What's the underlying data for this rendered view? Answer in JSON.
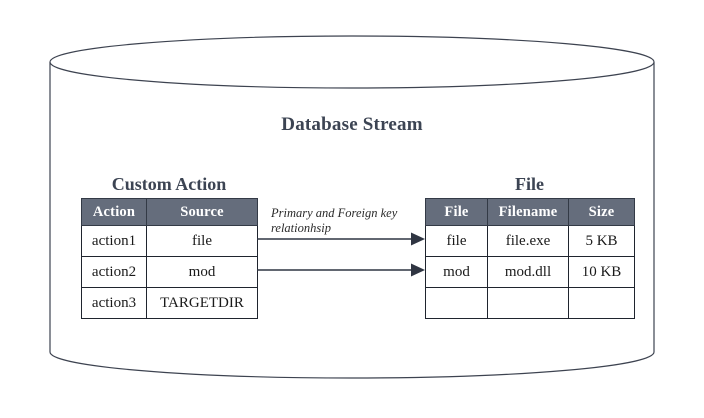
{
  "diagram": {
    "container_label": "Database Stream",
    "shape": "cylinder",
    "stroke_color": "#3d4350",
    "fill_color": "#ffffff"
  },
  "theme": {
    "header_fill": "#656d7c",
    "header_text": "#ffffff",
    "title_text": "#3c4453",
    "cell_border": "#1f242e",
    "arrow_color": "#2f3542"
  },
  "tables": {
    "custom_action": {
      "title": "Custom Action",
      "columns": [
        "Action",
        "Source"
      ],
      "rows": [
        [
          "action1",
          "file"
        ],
        [
          "action2",
          "mod"
        ],
        [
          "action3",
          "TARGETDIR"
        ]
      ]
    },
    "file": {
      "title": "File",
      "columns": [
        "File",
        "Filename",
        "Size"
      ],
      "rows": [
        [
          "file",
          "file.exe",
          "5 KB"
        ],
        [
          "mod",
          "mod.dll",
          "10 KB"
        ],
        [
          "",
          "",
          ""
        ]
      ]
    }
  },
  "relationship": {
    "label_line1": "Primary and Foreign key",
    "label_line2": "relationhsip",
    "arrows": [
      {
        "from": "custom_action.row1.source",
        "to": "file.row1.file"
      },
      {
        "from": "custom_action.row2.source",
        "to": "file.row2.file"
      }
    ]
  }
}
